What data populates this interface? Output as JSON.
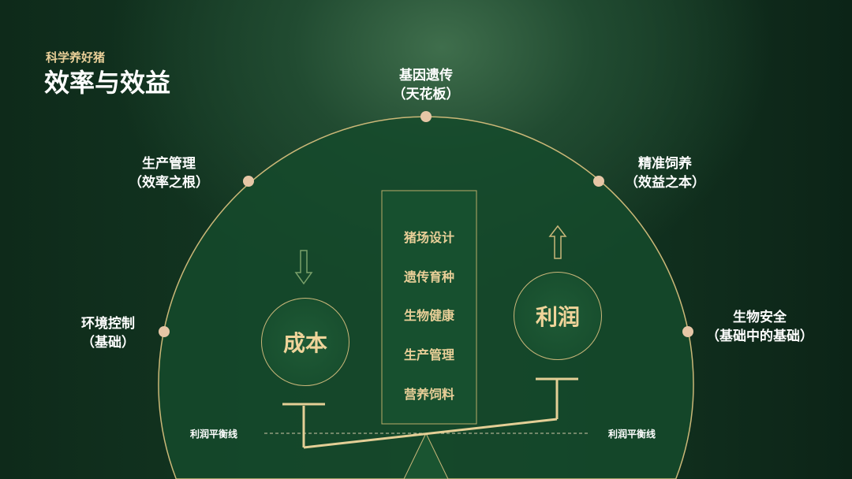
{
  "header": {
    "subtitle": "科学养好猪",
    "title": "效率与效益"
  },
  "nodes": [
    {
      "line1": "基因遗传",
      "line2": "（天花板）"
    },
    {
      "line1": "生产管理",
      "line2": "（效率之根）"
    },
    {
      "line1": "精准饲养",
      "line2": "（效益之本）"
    },
    {
      "line1": "环境控制",
      "line2": "（基础）"
    },
    {
      "line1": "生物安全",
      "line2": "（基础中的基础）"
    }
  ],
  "center_items": [
    "猪场设计",
    "遗传育种",
    "生物健康",
    "生产管理",
    "营养饲料"
  ],
  "cost": "成本",
  "profit": "利润",
  "balance_line_label": "利润平衡线",
  "colors": {
    "gold": "#e9cf98",
    "line": "#d9c48a",
    "dot": "#e6c6a6"
  }
}
